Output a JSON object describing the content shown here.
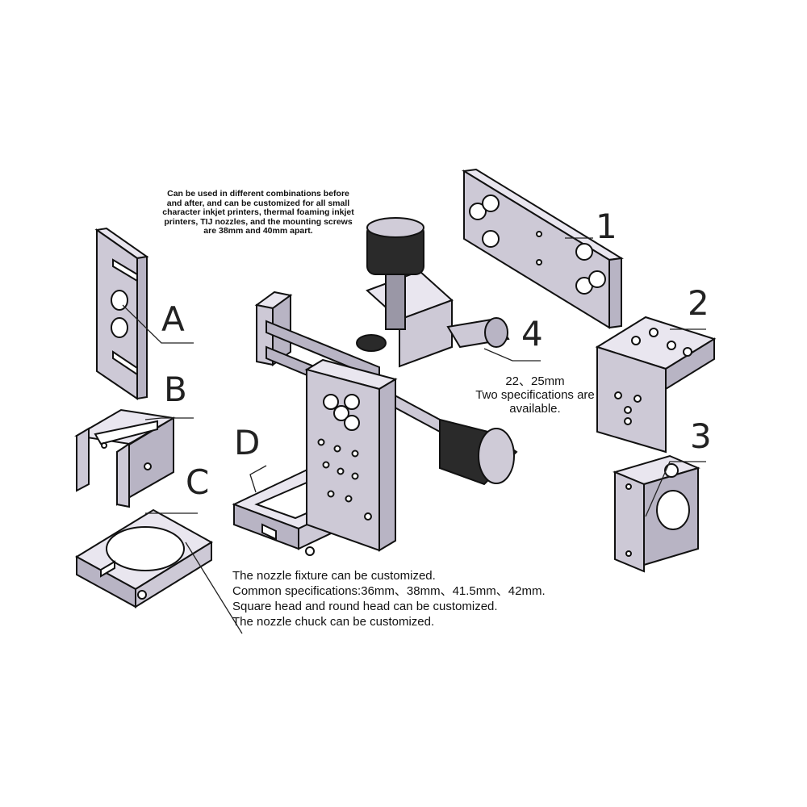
{
  "intro_text": "Can be used in different combinations before and after, and can be customized for all small character inkjet printers, thermal foaming inkjet printers, TIJ nozzles, and the mounting screws are 38mm and 40mm apart.",
  "spec_line1": "22、25mm",
  "spec_line2": "Two specifications are available.",
  "bottom_lines": [
    "The nozzle fixture can be customized.",
    "Common specifications:36mm、38mm、41.5mm、42mm.",
    "Square head and round head can be customized.",
    "The nozzle chuck can be customized."
  ],
  "labels": {
    "l1": "1",
    "l2": "2",
    "l3": "3",
    "l4": "4",
    "lA": "A",
    "lB": "B",
    "lC": "C",
    "lD": "D"
  },
  "colors": {
    "metal": "#cdc9d6",
    "metal_dark": "#b8b4c4",
    "knob": "#222222",
    "background": "#ffffff"
  }
}
